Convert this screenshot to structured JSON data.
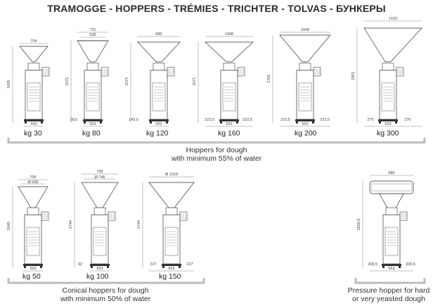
{
  "title": "TRAMOGGE - HOPPERS - TRÉMIES - TRICHTER - TOLVAS - БУНКЕРЫ",
  "row1": {
    "machines": [
      {
        "label": "kg 30",
        "top": "704",
        "height": "1405",
        "base": "563"
      },
      {
        "label": "kg 80",
        "top": "731",
        "top2": "630",
        "height": "1571",
        "base": "563",
        "left": "28,5"
      },
      {
        "label": "kg 120",
        "top": "880",
        "height": "1571",
        "base": "563",
        "left": "143,5"
      },
      {
        "label": "kg 160",
        "top": "1008",
        "height": "1571",
        "base": "563",
        "left": "222,5",
        "right": "222,5"
      },
      {
        "label": "kg 200",
        "top": "1008",
        "height": "1701",
        "base": "563",
        "left": "222,5",
        "right": "222,5"
      },
      {
        "label": "kg 300",
        "top": "1103",
        "height": "1851",
        "base": "563",
        "left": "270",
        "right": "270"
      }
    ],
    "caption_line1": "Hoppers for dough",
    "caption_line2": "with minimum 55% of water"
  },
  "row2": {
    "machines": [
      {
        "label": "kg 50",
        "top": "705",
        "top2": "Ø 568",
        "height": "1645",
        "base": "563"
      },
      {
        "label": "kg 100",
        "top": "795",
        "top2": "Ø 746",
        "height": "1744",
        "base": "563",
        "left": "92"
      },
      {
        "label": "kg 150",
        "top": "Ø 1018",
        "height": "1744",
        "base": "563",
        "left": "227",
        "right": "227"
      }
    ],
    "caption_line1": "Conical hoppers for dough",
    "caption_line2": "with minimum 50% of water"
  },
  "pressure": {
    "label": "",
    "top": "980",
    "height": "1850,9",
    "base": "563",
    "left": "208,5",
    "right": "208,5",
    "caption_line1": "Pressure hopper for hard",
    "caption_line2": "or very yeasted dough"
  }
}
